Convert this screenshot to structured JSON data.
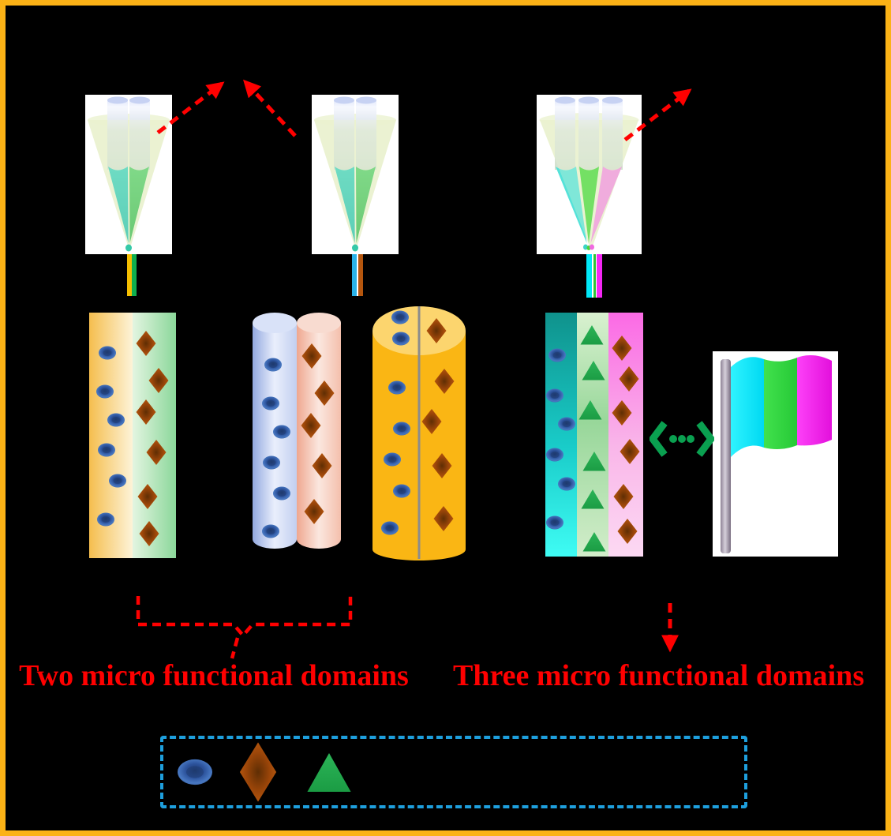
{
  "figure": {
    "type": "scientific-schematic",
    "frame": {
      "background": "#000000",
      "border_color": "#FBB216"
    },
    "captions": {
      "two_domains": "Two micro functional domains",
      "three_domains": "Three micro functional domains",
      "color": "#FF0000"
    },
    "spinnerets": [
      {
        "name": "dual-channel-spinneret-1",
        "tube_count": 2,
        "liquid_colors": [
          "#3ED2BC",
          "#4CCB62"
        ],
        "jet_colors": [
          "#F5BE00",
          "#0FAF4E"
        ]
      },
      {
        "name": "dual-channel-spinneret-2",
        "tube_count": 2,
        "liquid_colors": [
          "#3ED2BC",
          "#4CCB62"
        ],
        "jet_colors": [
          "#29B2E8",
          "#B5560E"
        ]
      },
      {
        "name": "triple-channel-spinneret",
        "tube_count": 3,
        "liquid_colors": [
          "#55E2D9",
          "#46D838",
          "#F190DF"
        ],
        "jet_colors": [
          "#00E8F8",
          "#2FC435",
          "#F526F5"
        ]
      }
    ],
    "fibers": [
      {
        "name": "janus-flat-fiber",
        "domain_colors": [
          "#F5BE4E",
          "#8BD79A"
        ],
        "markers": [
          "blue-ellipse",
          "brown-diamond"
        ]
      },
      {
        "name": "side-by-side-twin-cylinder-fiber",
        "domain_colors": [
          "#93A9E0",
          "#EFA78F"
        ],
        "markers": [
          "blue-ellipse",
          "brown-diamond"
        ]
      },
      {
        "name": "single-cylinder-two-compartment-fiber",
        "domain_colors": [
          "#FAB614",
          "#FAB614"
        ],
        "divider_color": "#8C8C8C",
        "markers": [
          "blue-ellipse",
          "brown-diamond"
        ]
      },
      {
        "name": "three-stripe-fiber",
        "domain_colors": [
          "#19CCC9",
          "#98D79A",
          "#FB6AE5"
        ],
        "markers": [
          "blue-ellipse",
          "green-triangle",
          "brown-diamond"
        ]
      }
    ],
    "exchange_icon": {
      "glyph": "angle-brackets-with-dots",
      "color": "#0AA050"
    },
    "flag": {
      "pole_color": "#8F8496",
      "stripe_colors": [
        "#00D9F2",
        "#2ECC42",
        "#F01EE8"
      ]
    },
    "arrows": {
      "color": "#FF0000",
      "style": "dashed"
    },
    "legend": {
      "border_color": "#1E9FDD",
      "symbols": [
        {
          "name": "blue-ellipse-symbol",
          "color": "#4777C1"
        },
        {
          "name": "brown-diamond-symbol",
          "color": "#B5560E"
        },
        {
          "name": "green-triangle-symbol",
          "color": "#22A94C"
        }
      ]
    }
  }
}
